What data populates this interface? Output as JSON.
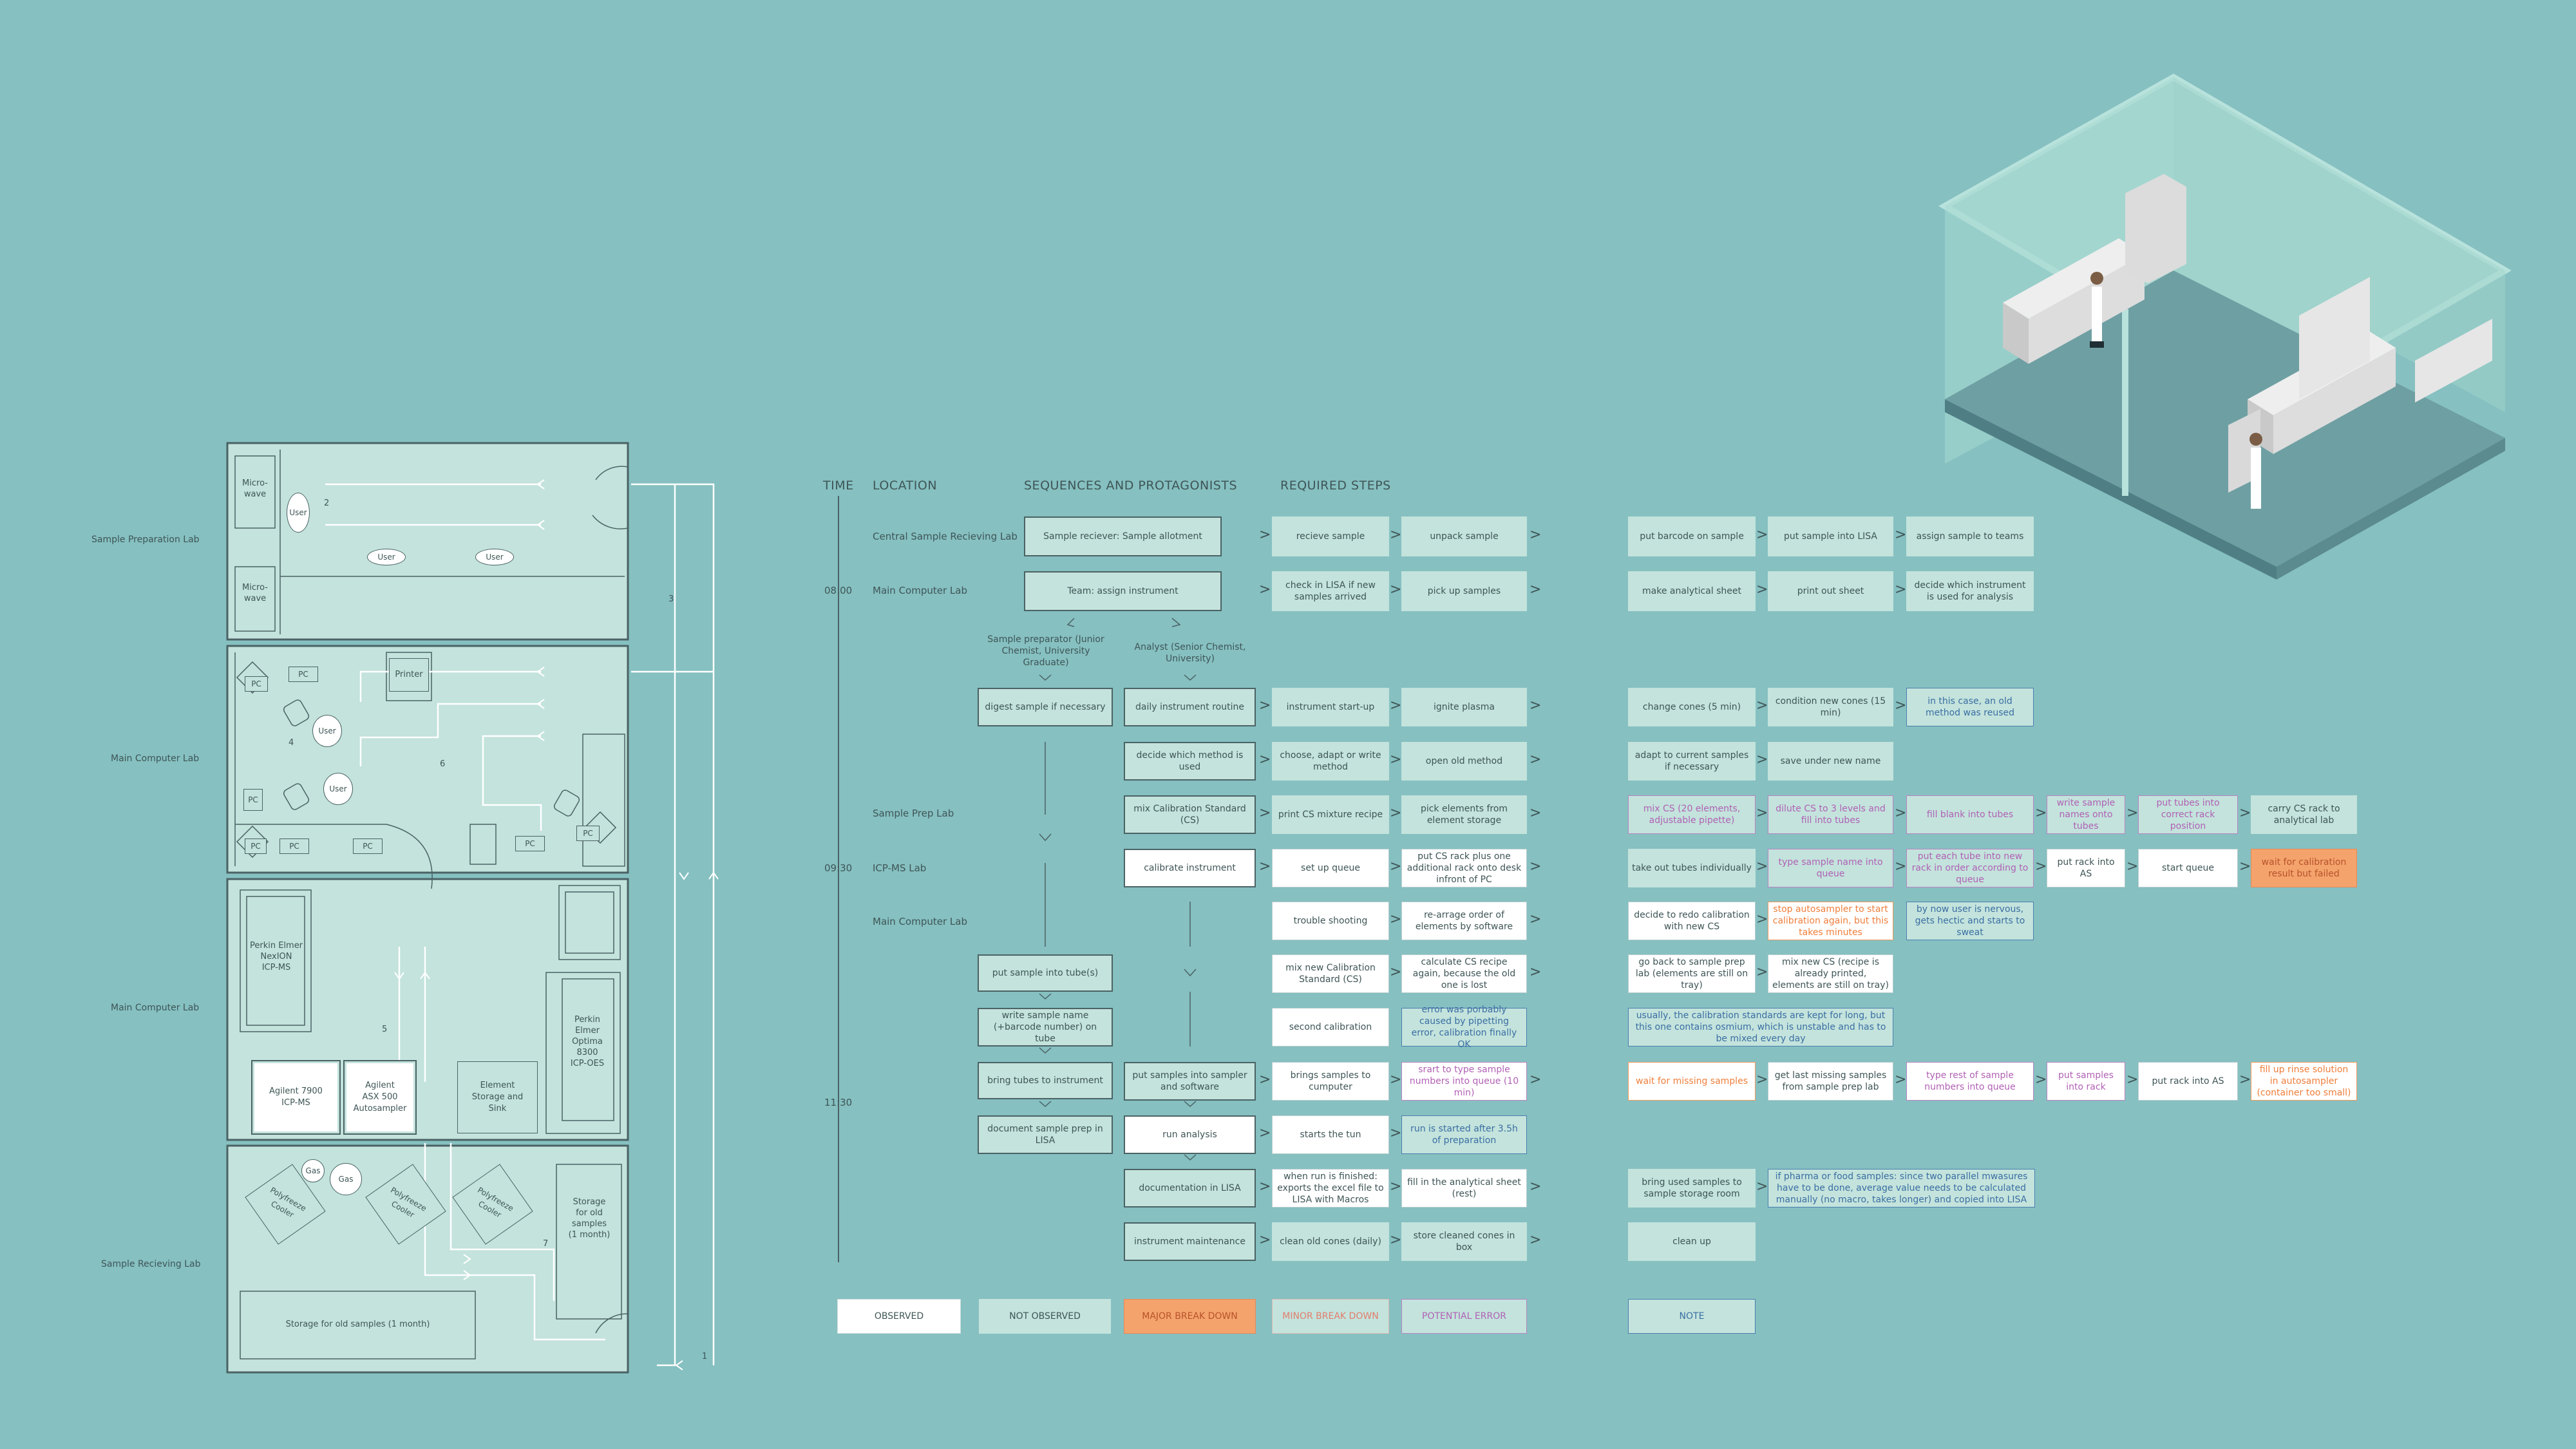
{
  "floor_plan": {
    "rooms": [
      {
        "label": "Sample Preparation Lab"
      },
      {
        "label": "Main Computer Lab"
      },
      {
        "label": "Main Computer Lab"
      },
      {
        "label": "Sample Recieving Lab"
      }
    ],
    "microwave": "Micro-\nwave",
    "user": "User",
    "pc": "PC",
    "printer": "Printer",
    "perkin_nexion": "Perkin Elmer\nNexION\nICP-MS",
    "perkin_optima": "Perkin\nElmer\nOptima\n8300\nICP-OES",
    "agilent_7900": "Agilent 7900\nICP-MS",
    "agilent_asx": "Agilent\nASX 500\nAutosampler",
    "element_storage": "Element\nStorage and\nSink",
    "gas": "Gas",
    "polyfreeze": "Polyfreeze\nCooler",
    "storage_tall": "Storage\nfor old\nsamples\n(1 month)",
    "storage_wide": "Storage for old samples (1 month)",
    "path_numbers": [
      "1",
      "2",
      "3",
      "4",
      "5",
      "6",
      "7"
    ]
  },
  "table": {
    "headers": {
      "time": "TIME",
      "location": "LOCATION",
      "sequences": "SEQUENCES AND PROTAGONISTS",
      "steps": "REQUIRED STEPS"
    },
    "times": [
      "08:00",
      "09:30",
      "11:30"
    ],
    "locations": [
      "Central Sample Recieving Lab",
      "Main Computer Lab",
      "Sample Prep Lab",
      "ICP-MS Lab",
      "Main Computer Lab"
    ],
    "protagonist_prep": "Sample preparator (Junior Chemist, University Graduate)",
    "protagonist_analyst": "Analyst (Senior Chemist, University)",
    "sequences": {
      "allotment": "Sample reciever: Sample allotment",
      "assign": "Team: assign instrument",
      "digest": "digest sample if necessary",
      "routine": "daily instrument routine",
      "decide_method": "decide which method is used",
      "mix_cs": "mix Calibration Standard (CS)",
      "calibrate": "calibrate instrument",
      "put_tubes": "put sample into tube(s)",
      "write_name": "write sample name (+barcode number) on tube",
      "bring_tubes": "bring tubes to instrument",
      "document_prep": "document sample prep in LISA",
      "put_sampler": "put samples into sampler and software",
      "run": "run analysis",
      "documentation": "documentation in LISA",
      "maintenance": "instrument maintenance"
    },
    "steps": {
      "r1": [
        "recieve sample",
        "unpack sample",
        "put barcode on sample",
        "put sample into LISA",
        "assign sample to teams"
      ],
      "r2": [
        "check in LISA if new samples arrived",
        "pick up samples",
        "make analytical sheet",
        "print out sheet",
        "decide which instrument is used for analysis"
      ],
      "r3": [
        "instrument start-up",
        "ignite plasma",
        "change cones (5 min)",
        "condition new cones (15 min)",
        "in this case, an old method was reused"
      ],
      "r4": [
        "choose, adapt or write method",
        "open old method",
        "adapt to current samples if necessary",
        "save under new name"
      ],
      "r5": [
        "print CS mixture recipe",
        "pick elements from element storage",
        "mix CS (20 elements, adjustable pipette)",
        "dilute CS to 3 levels and fill into tubes",
        "fill blank into tubes",
        "write sample names onto tubes",
        "put tubes into correct rack position",
        "carry CS rack to analytical lab"
      ],
      "r6": [
        "set up queue",
        "put CS rack plus one additional rack onto desk infront of PC",
        "take out tubes individually",
        "type sample name into queue",
        "put each tube into new rack in order according to queue",
        "put rack into AS",
        "start queue",
        "wait for calibration result but failed"
      ],
      "r7": [
        "trouble shooting",
        "re-arrage order of elements by software",
        "decide to redo calibration with new CS",
        "stop autosampler to start calibration again, but this takes minutes",
        "by now user is nervous, gets hectic and starts to sweat"
      ],
      "r8": [
        "mix new Calibration Standard (CS)",
        "calculate CS recipe again, because the old one is lost",
        "go back to sample prep lab (elements are still on tray)",
        "mix new CS (recipe is already printed, elements are still on tray)"
      ],
      "r9": [
        "second calibration",
        "error was porbably caused by pipetting error, calibration finally OK",
        "usually, the calibration standards are kept for long, but this one contains osmium, which is unstable and has to be mixed every day"
      ],
      "r10": [
        "brings samples to cumputer",
        "srart to type sample numbers into queue (10 min)",
        "wait for missing samples",
        "get last missing samples from sample prep lab",
        "type rest of sample numbers into queue",
        "put samples into rack",
        "put rack into AS",
        "fill up rinse solution in autosampler (container too small)"
      ],
      "r11": [
        "starts the tun",
        "run is started after 3.5h of preparation"
      ],
      "r12": [
        "when run is finished: exports the excel file to LISA with Macros",
        "fill in the analytical sheet (rest)",
        "bring used samples to sample storage room",
        "if pharma or food samples: since two parallel mwasures have to be done, average value needs to be calculated manually (no macro, takes longer) and copied into LISA"
      ],
      "r13": [
        "clean old cones (daily)",
        "store cleaned cones in box",
        "clean up"
      ]
    },
    "legend": [
      "OBSERVED",
      "NOT OBSERVED",
      "MAJOR BREAK DOWN",
      "MINOR BREAK DOWN",
      "POTENTIAL ERROR",
      "NOTE"
    ]
  }
}
